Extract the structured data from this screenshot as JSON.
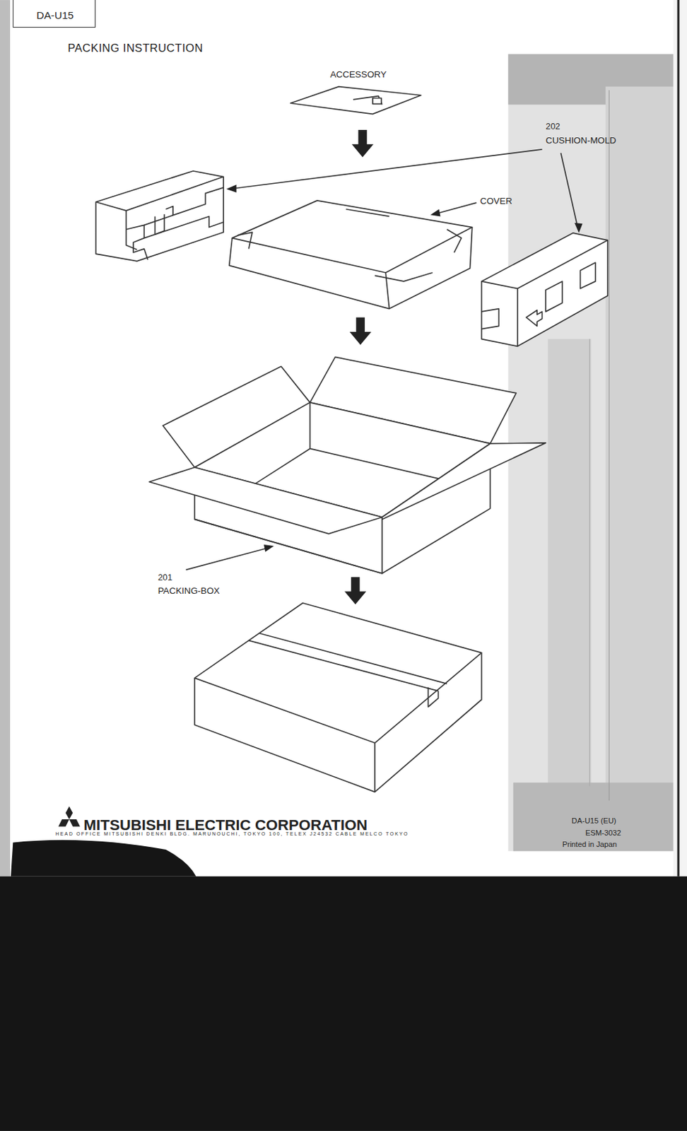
{
  "diagram": {
    "title": "PACKING INSTRUCTION",
    "nodes": [
      {
        "text": [
          "DA-U15"
        ]
      }
    ],
    "labels": [
      "ACCESSORY",
      "202",
      "CUSHION-MOLD",
      "COVER",
      "201",
      "PACKING-BOX",
      "MITSUBISHI ELECTRIC CORPORATION",
      "HEAD OFFICE MITSUBISHI DENKI BLDG. MARUNOUCHI, TOKYO 100, TELEX J24532 CABLE MELCO TOKYO",
      "DA-U15 (EU)",
      "ESM-3032",
      "Printed in Japan"
    ]
  }
}
